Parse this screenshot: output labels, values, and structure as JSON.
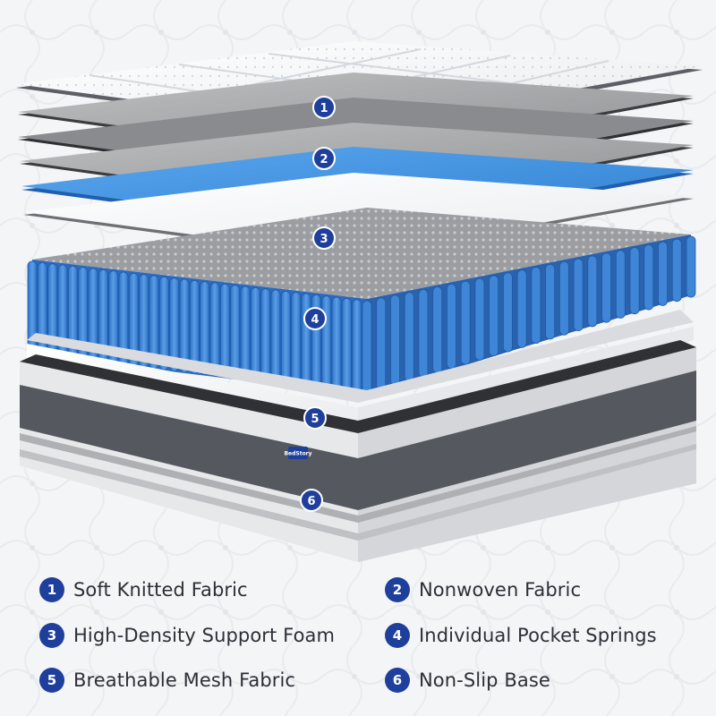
{
  "colors": {
    "badge": "#1f3f9c",
    "text": "#2c2f36",
    "spring_blue": "#3f86d6",
    "foam_blue": "#4a9ae6",
    "fabric_white": "#ffffff",
    "fabric_gray": "#a9a9aa",
    "base_dark": "#4b4d52"
  },
  "marker_icon": "numbered-circle",
  "brand": {
    "label": "BedStory"
  },
  "layers": [
    {
      "number": "1",
      "label": "Soft Knitted Fabric"
    },
    {
      "number": "2",
      "label": "Nonwoven Fabric"
    },
    {
      "number": "3",
      "label": "High-Density Support Foam"
    },
    {
      "number": "4",
      "label": "Individual Pocket Springs"
    },
    {
      "number": "5",
      "label": "Breathable Mesh Fabric"
    },
    {
      "number": "6",
      "label": "Non-Slip Base"
    }
  ]
}
